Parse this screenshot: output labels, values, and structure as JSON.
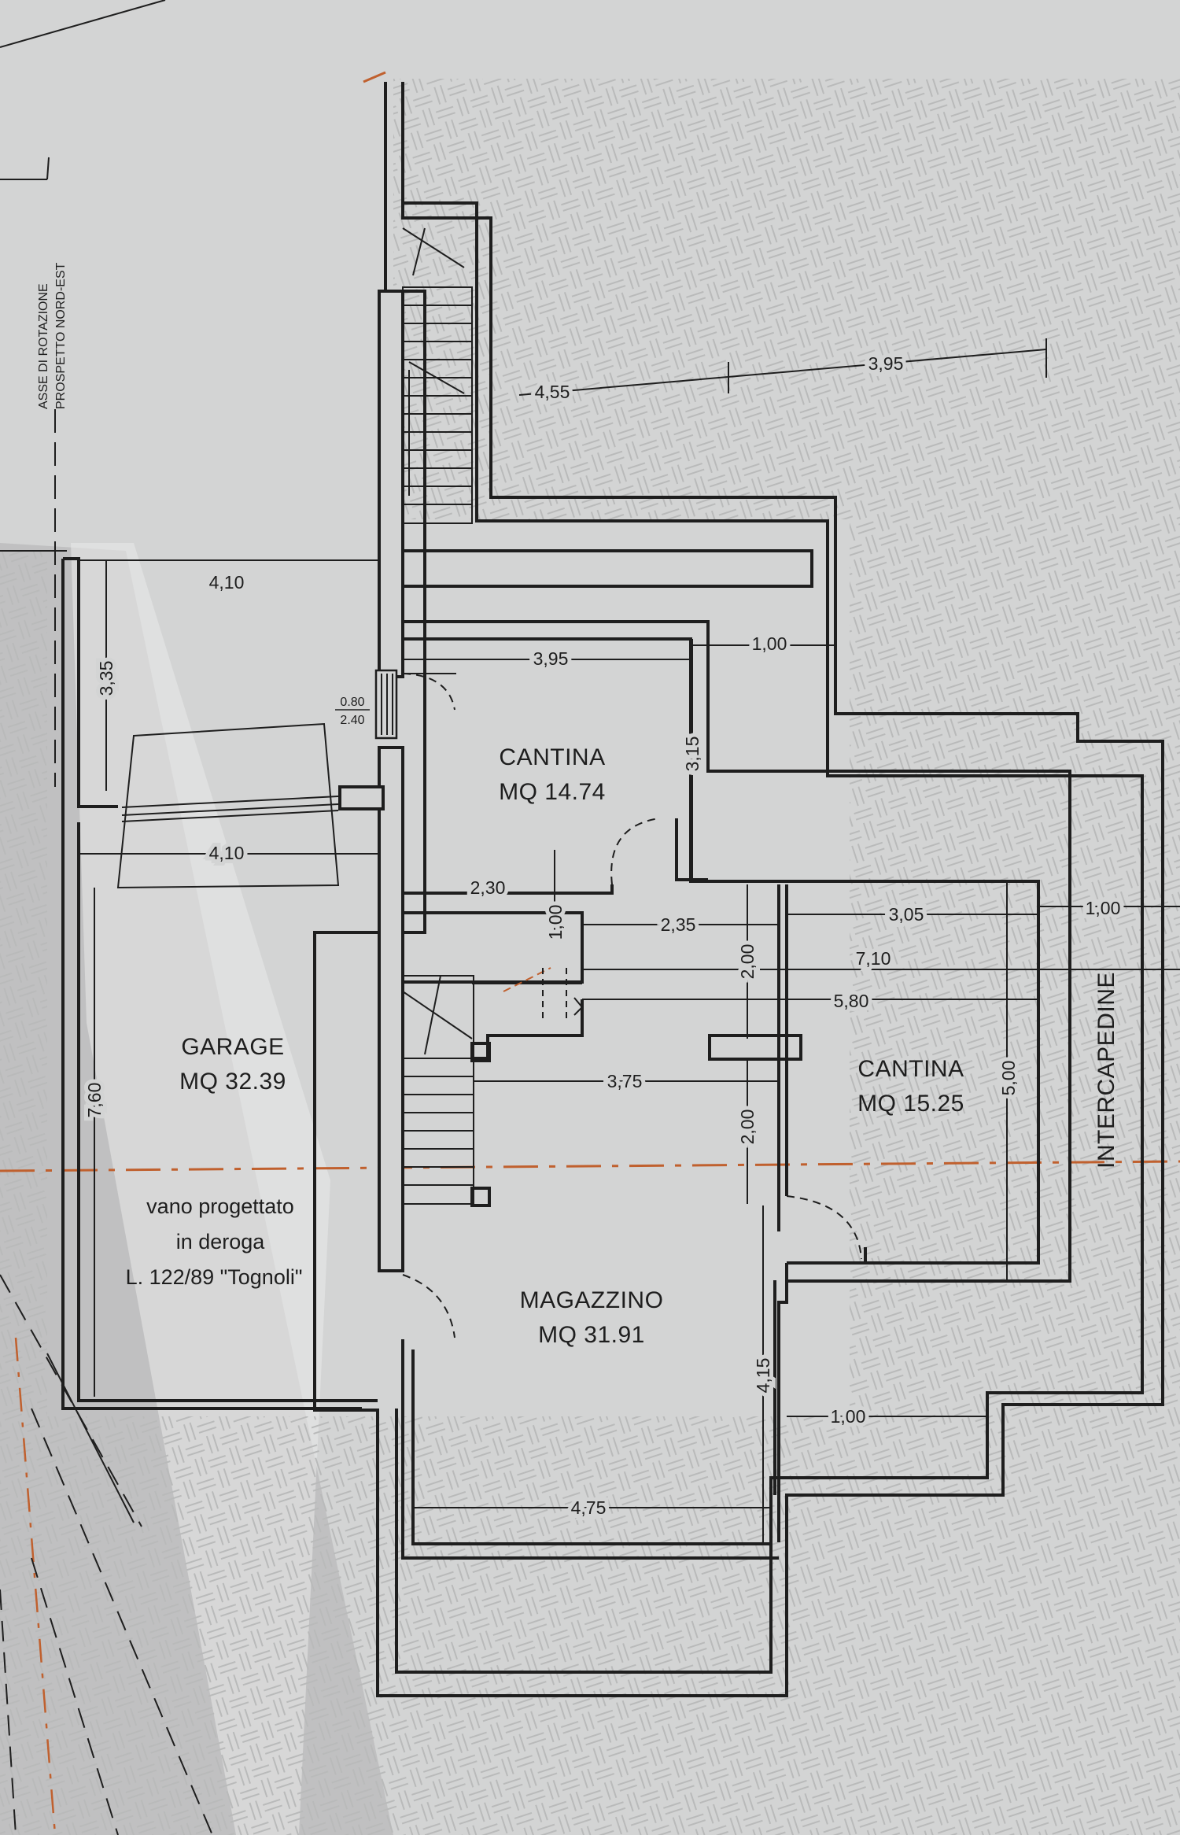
{
  "axis_note": {
    "line1": "ASSE DI ROTAZIONE",
    "line2": "PROSPETTO NORD-EST"
  },
  "rooms": {
    "cantina_1": {
      "name": "CANTINA",
      "area": "MQ 14.74"
    },
    "cantina_2": {
      "name": "CANTINA",
      "area": "MQ 15.25"
    },
    "garage": {
      "name": "GARAGE",
      "area": "MQ 32.39"
    },
    "magazzino": {
      "name": "MAGAZZINO",
      "area": "MQ 31.91"
    },
    "intercapedine": {
      "name": "INTERCAPEDINE"
    }
  },
  "garage_note": {
    "line1": "vano progettato",
    "line2": "in deroga",
    "line3": "L. 122/89 \"Tognoli\""
  },
  "door_note": {
    "width": "0.80",
    "height": "2.40"
  },
  "dimensions": {
    "top_left": "4,55",
    "top_right": "3,95",
    "garage_top": "4,10",
    "garage_mid": "4,10",
    "garage_upper_height": "3,35",
    "garage_height": "7,60",
    "cantina1_width": "3,95",
    "gap_1": "1,00",
    "cantina1_height": "3,15",
    "hall_width": "2,30",
    "hall_height": "1,00",
    "step_width": "2,35",
    "cantina2_width": "3,05",
    "intercapedine_width": "1,00",
    "total_width": "7,10",
    "inner_width": "5,80",
    "column_height_upper": "2,00",
    "column_height_lower": "2,00",
    "magazzino_mid_width": "3,75",
    "cantina2_height": "5,00",
    "magazzino_height": "4,15",
    "gap_bottom": "1,00",
    "magazzino_width": "4,75"
  },
  "colors": {
    "paper": "#cfd0d0",
    "ground_hatch": "#bcbdbd",
    "wall": "#1e1e1e",
    "section_line": "#c0602e"
  }
}
